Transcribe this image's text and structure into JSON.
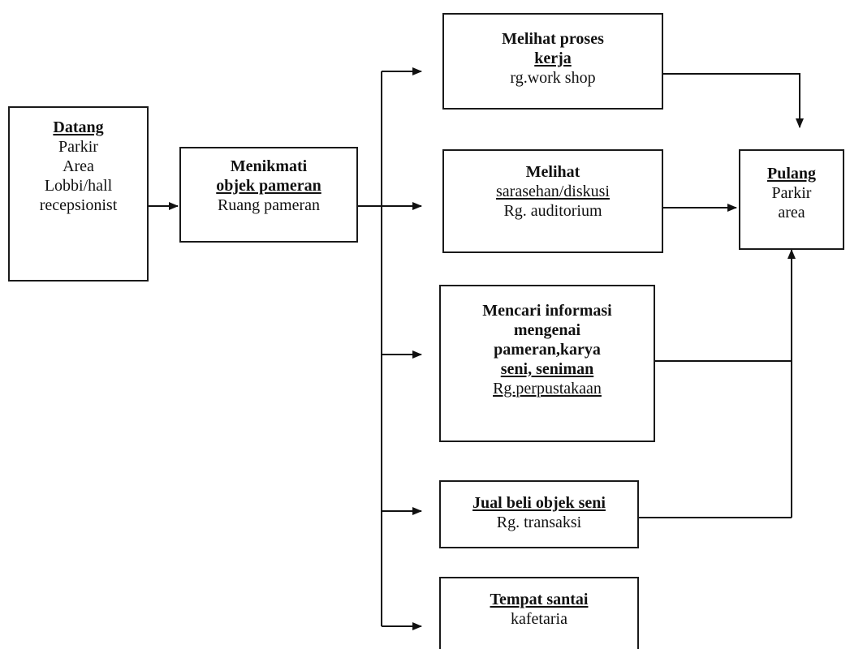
{
  "nodes": {
    "datang": {
      "title": "Datang",
      "lines": [
        "Parkir",
        "Area",
        "Lobbi/hall",
        "recepsionist"
      ]
    },
    "menikmati": {
      "title": "Menikmati",
      "subtitle": "objek pameran",
      "place": "Ruang pameran"
    },
    "workshop": {
      "title": "Melihat proses",
      "subtitle": "kerja",
      "place": "rg.work shop"
    },
    "sarasehan": {
      "title": "Melihat",
      "subtitle": "sarasehan/diskusi",
      "place": "Rg. auditorium"
    },
    "informasi": {
      "lines": [
        "Mencari informasi",
        "mengenai",
        "pameran,karya"
      ],
      "subtitle": "seni, seniman",
      "place": "Rg.perpustakaan"
    },
    "transaksi": {
      "title": "Jual beli objek seni",
      "place": "Rg. transaksi"
    },
    "santai": {
      "title": "Tempat santai",
      "place": "kafetaria"
    },
    "pulang": {
      "title": "Pulang",
      "lines": [
        "Parkir",
        "area"
      ]
    }
  }
}
